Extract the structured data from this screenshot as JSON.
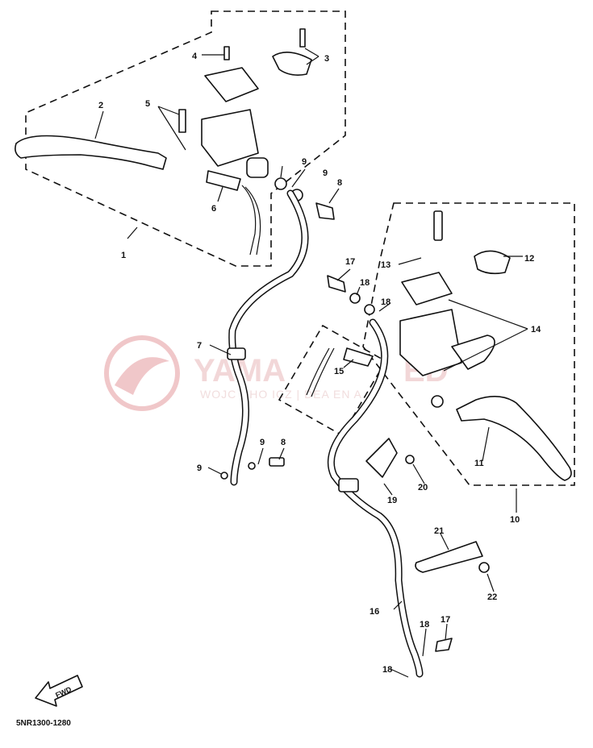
{
  "diagram": {
    "code": "5NR1300-1280",
    "fwd_label": "FWD",
    "watermark": {
      "brand": "YAMA",
      "brand_tail": "ED",
      "subline": "WOJC   CHO  ICZ | DEA   EN    A"
    },
    "callouts": [
      {
        "id": "c1",
        "text": "1"
      },
      {
        "id": "c2",
        "text": "2"
      },
      {
        "id": "c3",
        "text": "3"
      },
      {
        "id": "c4",
        "text": "4"
      },
      {
        "id": "c5",
        "text": "5"
      },
      {
        "id": "c6",
        "text": "6"
      },
      {
        "id": "c7",
        "text": "7"
      },
      {
        "id": "c8a",
        "text": "8"
      },
      {
        "id": "c8b",
        "text": "8"
      },
      {
        "id": "c9a",
        "text": "9"
      },
      {
        "id": "c9b",
        "text": "9"
      },
      {
        "id": "c9c",
        "text": "9"
      },
      {
        "id": "c9d",
        "text": "9"
      },
      {
        "id": "c10",
        "text": "10"
      },
      {
        "id": "c11",
        "text": "11"
      },
      {
        "id": "c12",
        "text": "12"
      },
      {
        "id": "c13",
        "text": "13"
      },
      {
        "id": "c14",
        "text": "14"
      },
      {
        "id": "c15",
        "text": "15"
      },
      {
        "id": "c16",
        "text": "16"
      },
      {
        "id": "c17a",
        "text": "17"
      },
      {
        "id": "c17b",
        "text": "17"
      },
      {
        "id": "c18a",
        "text": "18"
      },
      {
        "id": "c18b",
        "text": "18"
      },
      {
        "id": "c18c",
        "text": "18"
      },
      {
        "id": "c18d",
        "text": "18"
      },
      {
        "id": "c19",
        "text": "19"
      },
      {
        "id": "c20",
        "text": "20"
      },
      {
        "id": "c21",
        "text": "21"
      },
      {
        "id": "c22",
        "text": "22"
      }
    ]
  }
}
